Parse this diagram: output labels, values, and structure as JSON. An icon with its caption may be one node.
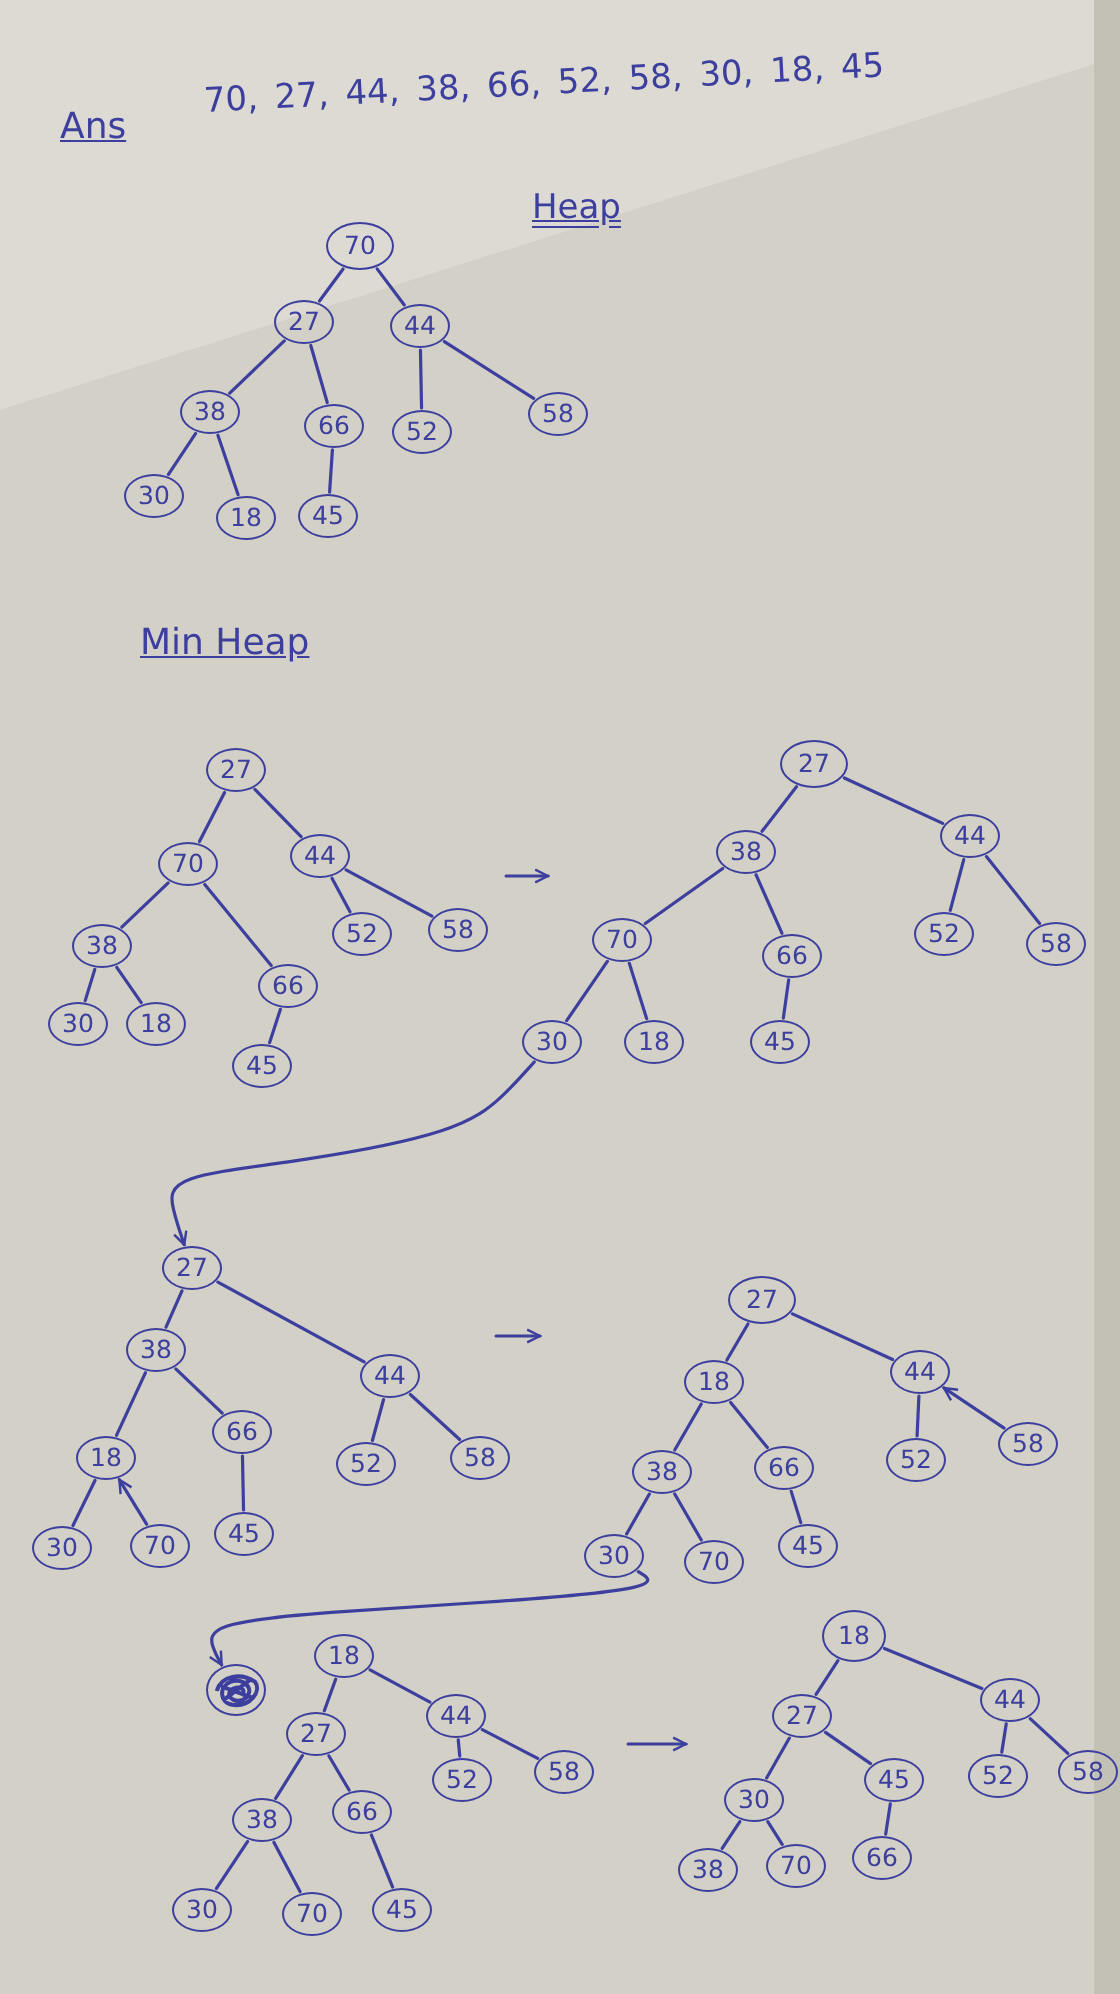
{
  "diagram": {
    "nodes": [
      {
        "text": [
          "70"
        ]
      },
      {
        "text": [
          "27"
        ]
      },
      {
        "text": [
          "44"
        ]
      },
      {
        "text": [
          "38"
        ]
      },
      {
        "text": [
          "66"
        ]
      },
      {
        "text": [
          "52"
        ]
      },
      {
        "text": [
          "58"
        ]
      },
      {
        "text": [
          "30"
        ]
      },
      {
        "text": [
          "18"
        ]
      },
      {
        "text": [
          "45"
        ]
      },
      {
        "text": [
          "27"
        ]
      },
      {
        "text": [
          "70"
        ]
      },
      {
        "text": [
          "44"
        ]
      },
      {
        "text": [
          "38"
        ]
      },
      {
        "text": [
          "66"
        ]
      },
      {
        "text": [
          "52"
        ]
      },
      {
        "text": [
          "58"
        ]
      },
      {
        "text": [
          "30"
        ]
      },
      {
        "text": [
          "18"
        ]
      },
      {
        "text": [
          "45"
        ]
      },
      {
        "text": [
          "27"
        ]
      },
      {
        "text": [
          "38"
        ]
      },
      {
        "text": [
          "44"
        ]
      },
      {
        "text": [
          "70"
        ]
      },
      {
        "text": [
          "66"
        ]
      },
      {
        "text": [
          "52"
        ]
      },
      {
        "text": [
          "58"
        ]
      },
      {
        "text": [
          "30"
        ]
      },
      {
        "text": [
          "18"
        ]
      },
      {
        "text": [
          "45"
        ]
      },
      {
        "text": [
          "27"
        ]
      },
      {
        "text": [
          "38"
        ]
      },
      {
        "text": [
          "44"
        ]
      },
      {
        "text": [
          "18"
        ]
      },
      {
        "text": [
          "66"
        ]
      },
      {
        "text": [
          "52"
        ]
      },
      {
        "text": [
          "58"
        ]
      },
      {
        "text": [
          "30"
        ]
      },
      {
        "text": [
          "70"
        ]
      },
      {
        "text": [
          "45"
        ]
      },
      {
        "text": [
          "27"
        ]
      },
      {
        "text": [
          "18"
        ]
      },
      {
        "text": [
          "44"
        ]
      },
      {
        "text": [
          "38"
        ]
      },
      {
        "text": [
          "66"
        ]
      },
      {
        "text": [
          "52"
        ]
      },
      {
        "text": [
          "58"
        ]
      },
      {
        "text": [
          "30"
        ]
      },
      {
        "text": [
          "70"
        ]
      },
      {
        "text": [
          "45"
        ]
      },
      {
        "text": [],
        "shape": "circle"
      },
      {
        "text": [
          "18"
        ]
      },
      {
        "text": [
          "27"
        ]
      },
      {
        "text": [
          "44"
        ]
      },
      {
        "text": [
          "38"
        ]
      },
      {
        "text": [
          "66"
        ]
      },
      {
        "text": [
          "52"
        ]
      },
      {
        "text": [
          "58"
        ]
      },
      {
        "text": [
          "30"
        ]
      },
      {
        "text": [
          "70"
        ]
      },
      {
        "text": [
          "45"
        ]
      },
      {
        "text": [
          "18"
        ]
      },
      {
        "text": [
          "27"
        ]
      },
      {
        "text": [
          "44"
        ]
      },
      {
        "text": [
          "30"
        ]
      },
      {
        "text": [
          "45"
        ]
      },
      {
        "text": [
          "52"
        ]
      },
      {
        "text": [
          "58"
        ]
      },
      {
        "text": [
          "38"
        ]
      },
      {
        "text": [
          "70"
        ]
      },
      {
        "text": [
          "66"
        ]
      }
    ],
    "edges": [
      {
        "from": 0,
        "to": 1,
        "arrow": "none"
      },
      {
        "from": 0,
        "to": 2,
        "arrow": "none"
      },
      {
        "from": 1,
        "to": 3,
        "arrow": "none"
      },
      {
        "from": 1,
        "to": 4,
        "arrow": "none"
      },
      {
        "from": 2,
        "to": 5,
        "arrow": "none"
      },
      {
        "from": 2,
        "to": 6,
        "arrow": "none"
      },
      {
        "from": 3,
        "to": 7,
        "arrow": "none"
      },
      {
        "from": 3,
        "to": 8,
        "arrow": "none"
      },
      {
        "from": 4,
        "to": 9,
        "arrow": "none"
      },
      {
        "from": 10,
        "to": 11,
        "arrow": "none"
      },
      {
        "from": 10,
        "to": 12,
        "arrow": "none"
      },
      {
        "from": 11,
        "to": 13,
        "arrow": "none"
      },
      {
        "from": 11,
        "to": 14,
        "arrow": "none"
      },
      {
        "from": 12,
        "to": 15,
        "arrow": "none"
      },
      {
        "from": 12,
        "to": 16,
        "arrow": "none"
      },
      {
        "from": 13,
        "to": 17,
        "arrow": "none"
      },
      {
        "from": 13,
        "to": 18,
        "arrow": "none"
      },
      {
        "from": 14,
        "to": 19,
        "arrow": "none"
      },
      {
        "from": 20,
        "to": 21,
        "arrow": "none"
      },
      {
        "from": 20,
        "to": 22,
        "arrow": "none"
      },
      {
        "from": 21,
        "to": 23,
        "arrow": "none"
      },
      {
        "from": 21,
        "to": 24,
        "arrow": "none"
      },
      {
        "from": 22,
        "to": 25,
        "arrow": "none"
      },
      {
        "from": 22,
        "to": 26,
        "arrow": "none"
      },
      {
        "from": 23,
        "to": 27,
        "arrow": "none"
      },
      {
        "from": 23,
        "to": 28,
        "arrow": "none"
      },
      {
        "from": 24,
        "to": 29,
        "arrow": "none"
      },
      {
        "from": 30,
        "to": 31,
        "arrow": "none"
      },
      {
        "from": 30,
        "to": 32,
        "arrow": "none"
      },
      {
        "from": 31,
        "to": 33,
        "arrow": "none"
      },
      {
        "from": 31,
        "to": 34,
        "arrow": "none"
      },
      {
        "from": 32,
        "to": 35,
        "arrow": "none"
      },
      {
        "from": 32,
        "to": 36,
        "arrow": "none"
      },
      {
        "from": 33,
        "to": 37,
        "arrow": "none"
      },
      {
        "from": 38,
        "to": 33,
        "arrow": "to"
      },
      {
        "from": 34,
        "to": 39,
        "arrow": "none"
      },
      {
        "from": 40,
        "to": 41,
        "arrow": "none"
      },
      {
        "from": 40,
        "to": 42,
        "arrow": "none"
      },
      {
        "from": 41,
        "to": 43,
        "arrow": "none"
      },
      {
        "from": 41,
        "to": 44,
        "arrow": "none"
      },
      {
        "from": 42,
        "to": 45,
        "arrow": "none"
      },
      {
        "from": 46,
        "to": 42,
        "arrow": "to"
      },
      {
        "from": 43,
        "to": 47,
        "arrow": "none"
      },
      {
        "from": 43,
        "to": 48,
        "arrow": "none"
      },
      {
        "from": 44,
        "to": 49,
        "arrow": "none"
      },
      {
        "from": 51,
        "to": 52,
        "arrow": "none"
      },
      {
        "from": 51,
        "to": 53,
        "arrow": "none"
      },
      {
        "from": 52,
        "to": 54,
        "arrow": "none"
      },
      {
        "from": 52,
        "to": 55,
        "arrow": "none"
      },
      {
        "from": 53,
        "to": 56,
        "arrow": "none"
      },
      {
        "from": 53,
        "to": 57,
        "arrow": "none"
      },
      {
        "from": 54,
        "to": 58,
        "arrow": "none"
      },
      {
        "from": 54,
        "to": 59,
        "arrow": "none"
      },
      {
        "from": 55,
        "to": 60,
        "arrow": "none"
      },
      {
        "from": 61,
        "to": 62,
        "arrow": "none"
      },
      {
        "from": 61,
        "to": 63,
        "arrow": "none"
      },
      {
        "from": 62,
        "to": 64,
        "arrow": "none"
      },
      {
        "from": 62,
        "to": 65,
        "arrow": "none"
      },
      {
        "from": 63,
        "to": 66,
        "arrow": "none"
      },
      {
        "from": 63,
        "to": 67,
        "arrow": "none"
      },
      {
        "from": 64,
        "to": 68,
        "arrow": "none"
      },
      {
        "from": 64,
        "to": 69,
        "arrow": "none"
      },
      {
        "from": 65,
        "to": 70,
        "arrow": "none"
      },
      {
        "from": 27,
        "to": 30,
        "arrow": "to"
      },
      {
        "from": 47,
        "to": 50,
        "arrow": "to"
      }
    ],
    "labels": [
      "Ans",
      "70, 27, 44, 38, 66, 52, 58, 30, 18, 45",
      "Heap",
      "Min Heap"
    ]
  }
}
